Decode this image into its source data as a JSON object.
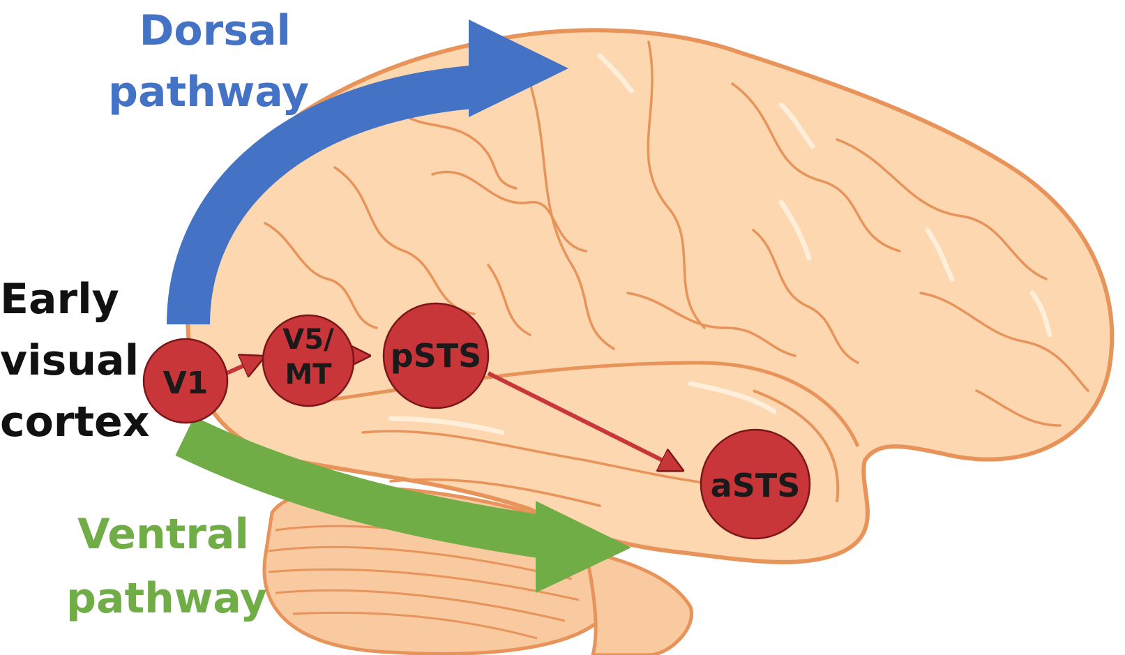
{
  "labels": {
    "dorsal_line1": "Dorsal",
    "dorsal_line2": "pathway",
    "ventral_line1": "Ventral",
    "ventral_line2": "pathway",
    "cortex_line1": "Early",
    "cortex_line2": "visual",
    "cortex_line3": "cortex"
  },
  "nodes": {
    "v1": "V1",
    "v5_line1": "V5/",
    "v5_line2": "MT",
    "psts": "pSTS",
    "asts": "aSTS"
  },
  "colors": {
    "dorsal": "#4472c4",
    "ventral": "#70ad47",
    "node_fill": "#c8363a",
    "node_stroke": "#7a1518",
    "brain_fill": "#fcd7b0",
    "brain_stroke": "#e8935a",
    "cerebellum_fill": "#f9c9a0",
    "text_dark": "#111111"
  }
}
